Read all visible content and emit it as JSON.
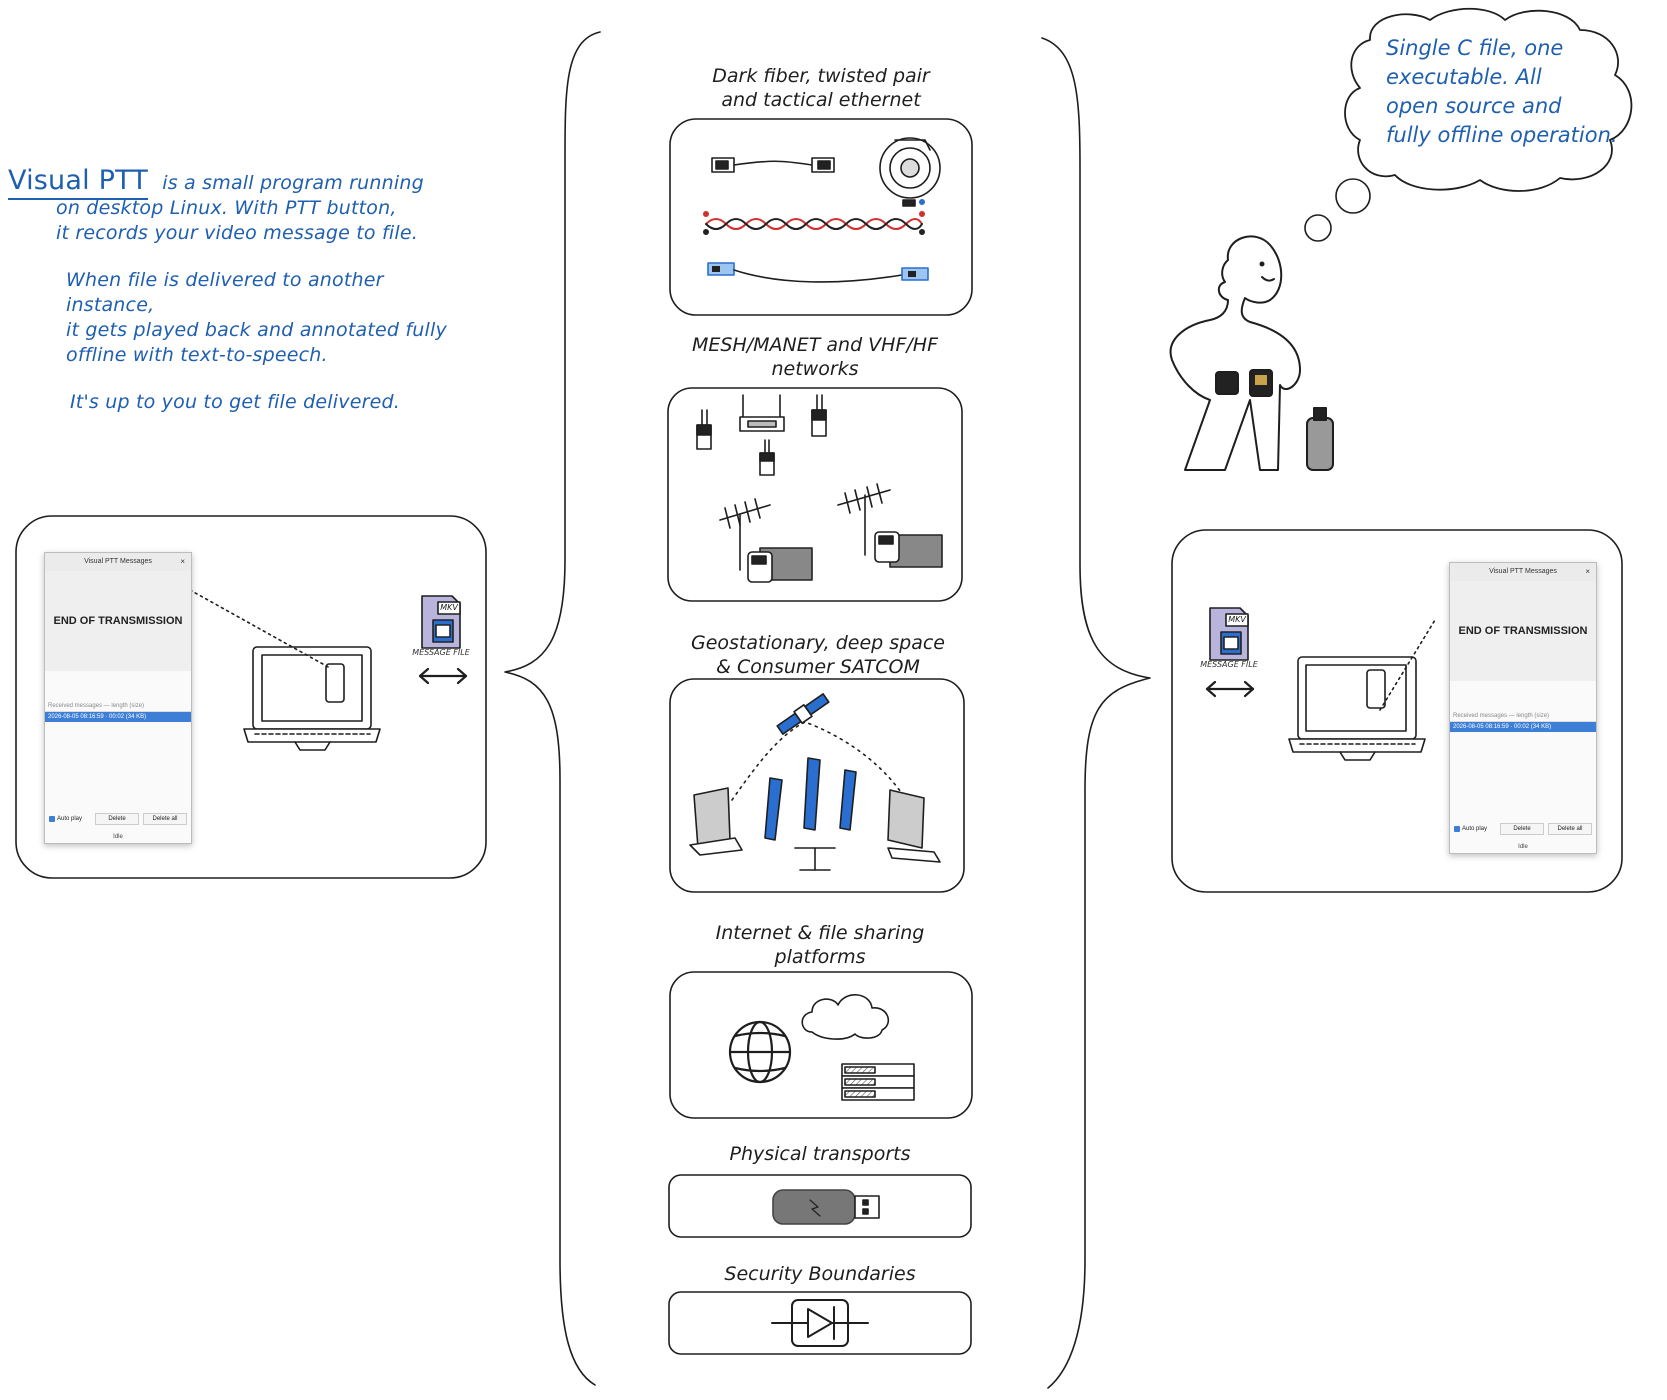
{
  "intro": {
    "title": "Visual PTT",
    "line1": "is a small program running",
    "line2": "on desktop Linux. With PTT button,",
    "line3": "it records your video message to file.",
    "p2_line1": "When file is delivered to another instance,",
    "p2_line2": "it gets played back and annotated fully",
    "p2_line3": "offline with text-to-speech.",
    "p3": "It's up to you to get file delivered."
  },
  "thought": {
    "line1": "Single C file, one",
    "line2": "executable. All",
    "line3": "open source and",
    "line4": "fully offline operation."
  },
  "sections": [
    {
      "line1": "Dark fiber, twisted pair",
      "line2": "and tactical ethernet"
    },
    {
      "line1": "MESH/MANET and VHF/HF",
      "line2": "networks"
    },
    {
      "line1": "Geostationary, deep space",
      "line2": "& Consumer SATCOM"
    },
    {
      "line1": "Internet & file sharing",
      "line2": "platforms"
    },
    {
      "line1": "Physical transports",
      "line2": ""
    },
    {
      "line1": "Security Boundaries",
      "line2": ""
    }
  ],
  "left_app": {
    "window_title": "Visual PTT Messages",
    "close": "×",
    "status_main": "END OF TRANSMISSION",
    "list_header": "Received messages — length (size)",
    "selected_row": "2026-08-05 08:16:59 · 00:02 (34 KB)",
    "autoplay": "Auto play",
    "delete": "Delete",
    "delete_all": "Delete all",
    "status": "Idle"
  },
  "right_app": {
    "window_title": "Visual PTT Messages",
    "close": "×",
    "status_main": "END OF TRANSMISSION",
    "list_header": "Received messages — length (size)",
    "selected_row": "2026-08-05 08:16:59 · 00:02 (34 KB)",
    "autoplay": "Auto play",
    "delete": "Delete",
    "delete_all": "Delete all",
    "status": "Idle"
  },
  "message_file": {
    "badge": "MKV",
    "label": "MESSAGE FILE"
  },
  "colors": {
    "accent_blue": "#1f5fb0",
    "file_purple": "#b8b4dc",
    "ink": "#1e1e1e",
    "selection": "#3d7fd6"
  },
  "icons": [
    "laptop-icon",
    "file-icon",
    "arrow-both-icon",
    "ethernet-cable-icon",
    "fiber-spool-icon",
    "twisted-pair-icon",
    "radio-antenna-icon",
    "router-icon",
    "yagi-antenna-icon",
    "radio-handset-icon",
    "satellite-icon",
    "sat-dish-icon",
    "globe-icon",
    "cloud-icon",
    "server-rack-icon",
    "usb-drive-icon",
    "diode-icon",
    "person-figure-icon",
    "thought-bubble-icon"
  ]
}
